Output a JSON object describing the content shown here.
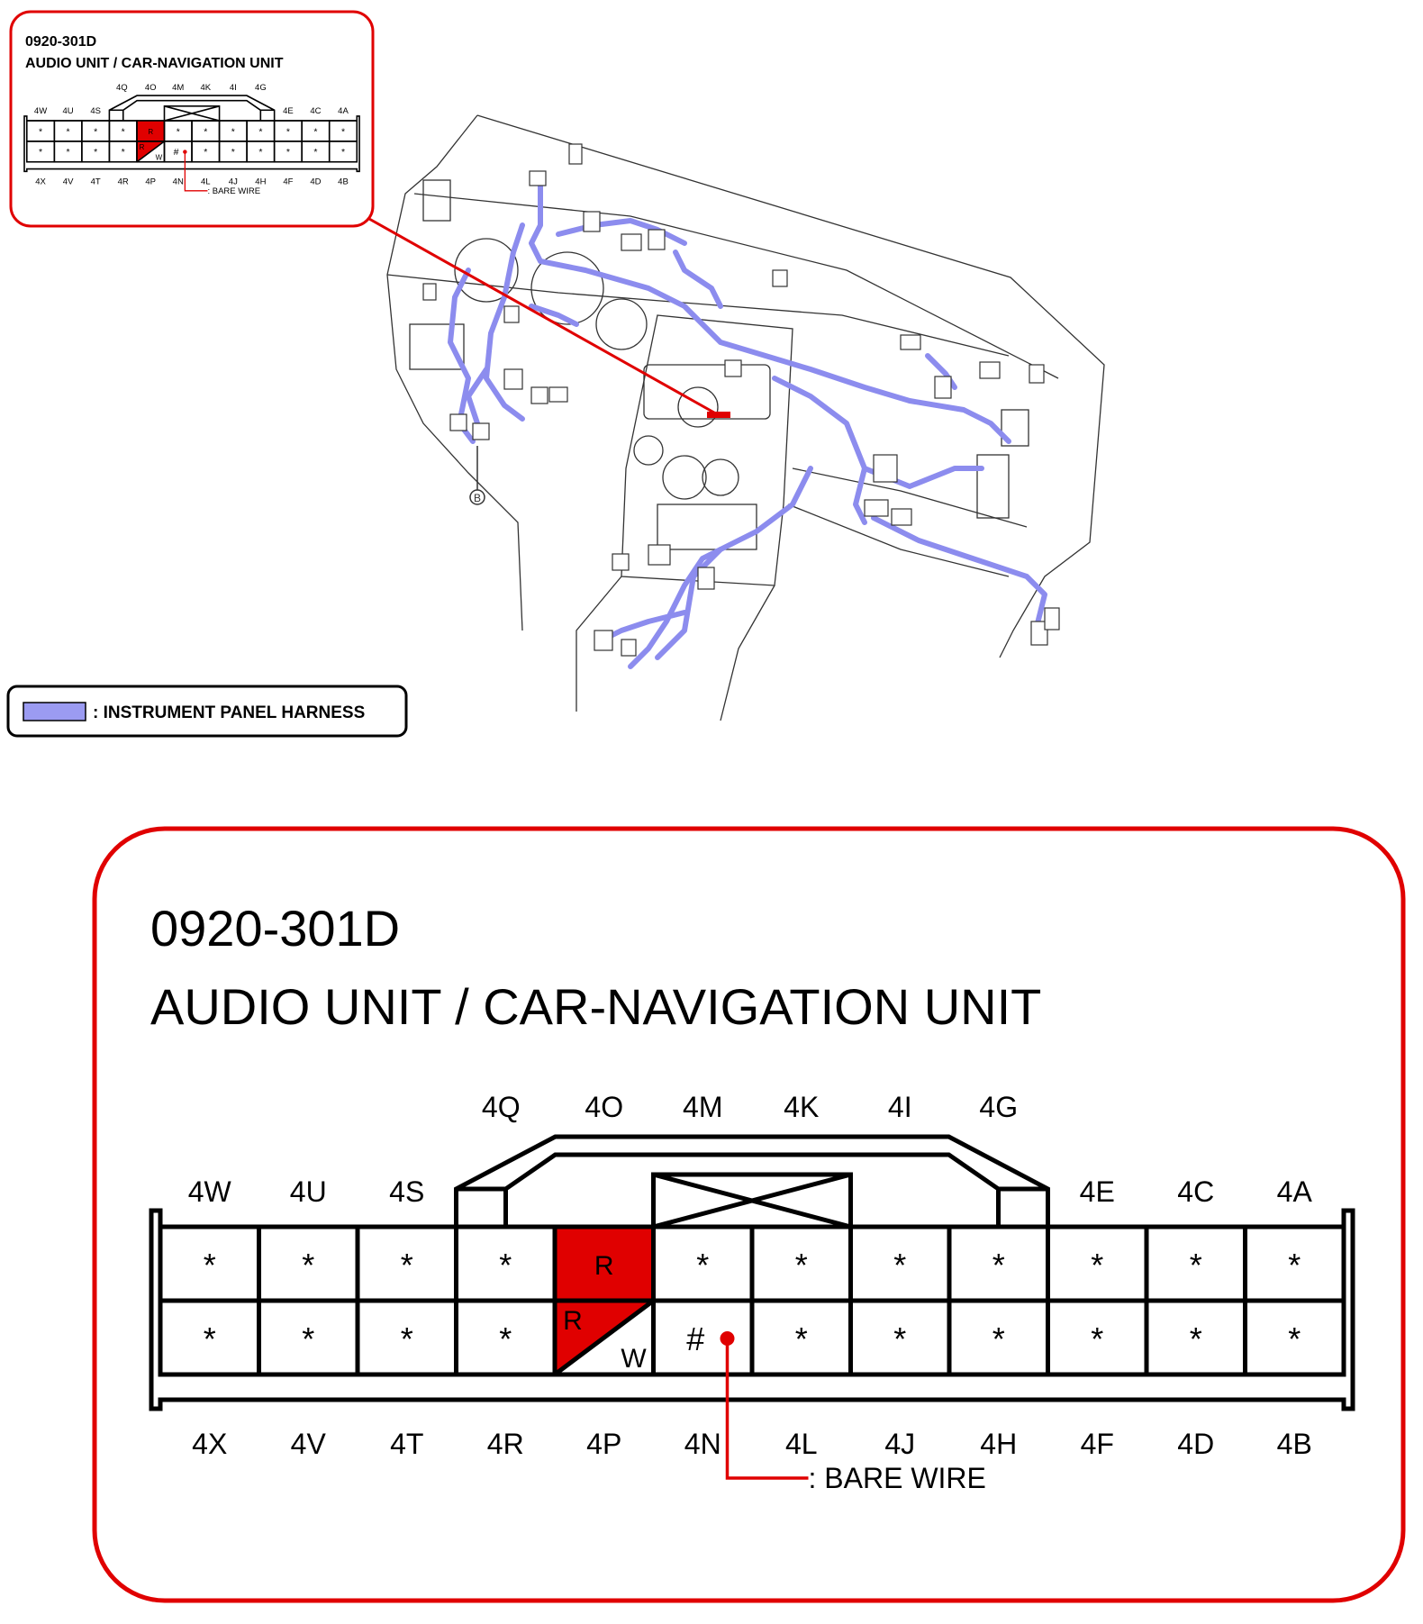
{
  "connector": {
    "code": "0920-301D",
    "name": "AUDIO UNIT / CAR-NAVIGATION UNIT",
    "top_upper_labels": [
      "4Q",
      "4O",
      "4M",
      "4K",
      "4I",
      "4G"
    ],
    "top_lower_labels_left": [
      "4W",
      "4U",
      "4S"
    ],
    "top_lower_labels_right": [
      "4E",
      "4C",
      "4A"
    ],
    "bottom_labels": [
      "4X",
      "4V",
      "4T",
      "4R",
      "4P",
      "4N",
      "4L",
      "4J",
      "4H",
      "4F",
      "4D",
      "4B"
    ],
    "top_row": [
      "*",
      "*",
      "*",
      "*",
      "R",
      "*",
      "*",
      "*",
      "*",
      "*",
      "*",
      "*"
    ],
    "bottom_row": [
      "*",
      "*",
      "*",
      "*",
      "",
      "#",
      "*",
      "*",
      "*",
      "*",
      "*",
      "*"
    ],
    "split_cell": {
      "upper": "R",
      "lower": "W"
    },
    "callout": ": BARE WIRE",
    "wire_color": "#e00000"
  },
  "legend": {
    "label": ": INSTRUMENT PANEL HARNESS",
    "swatch_color": "#9b9bf2"
  },
  "dashboard": {
    "ground_marker": "B",
    "harness_color": "#8c8cee"
  }
}
